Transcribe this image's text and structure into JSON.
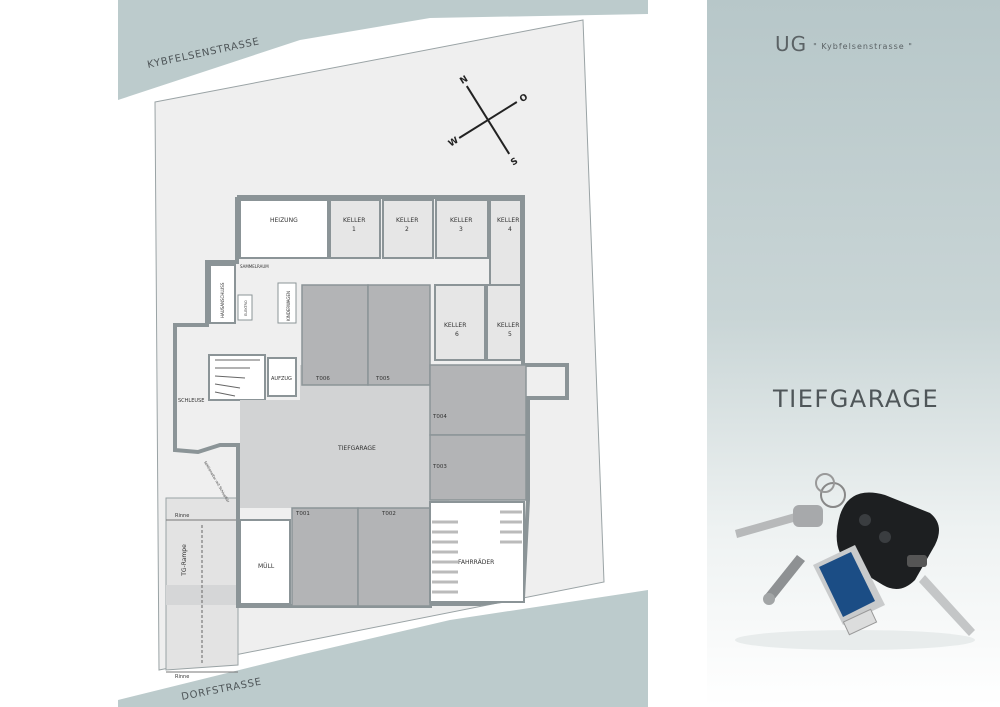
{
  "header": {
    "level": "UG",
    "subtitle": "\" Kybfelsenstrasse \""
  },
  "title": "TIEFGARAGE",
  "streets": {
    "north": "KYBFELSENSTRASSE",
    "south": "DORFSTRASSE"
  },
  "compass": {
    "n": "N",
    "o": "O",
    "s": "S",
    "w": "W"
  },
  "rooms": {
    "heizung": "HEIZUNG",
    "keller1_a": "KELLER",
    "keller1_b": "1",
    "keller2_a": "KELLER",
    "keller2_b": "2",
    "keller3_a": "KELLER",
    "keller3_b": "3",
    "keller4_a": "KELLER",
    "keller4_b": "4",
    "keller5_a": "KELLER",
    "keller5_b": "5",
    "keller6_a": "KELLER",
    "keller6_b": "6",
    "schleuse": "SCHLEUSE",
    "aufzug": "AUFZUG",
    "tiefgarage": "TIEFGARAGE",
    "muell": "MÜLL",
    "fahrraeder": "FAHRRÄDER",
    "rampe": "TG-Rampe",
    "rinne1": "Rinne",
    "rinne2": "Rinne",
    "hausanschluss": "HAUSANSCHLUSS",
    "sammelraum": "SAMMELRAUM",
    "elektro": "ELEKTRO",
    "kinderwagen": "KINDERWAGEN",
    "ramp_note": "Sektionaltor mit Schlupftür"
  },
  "spaces": [
    "T001",
    "T002",
    "T003",
    "T004",
    "T005",
    "T006"
  ],
  "colors": {
    "wall": "#8b9497",
    "dark": "#b3b4b6",
    "light": "#d2d3d4",
    "pale": "#ececec",
    "street": "#bccbcc"
  }
}
